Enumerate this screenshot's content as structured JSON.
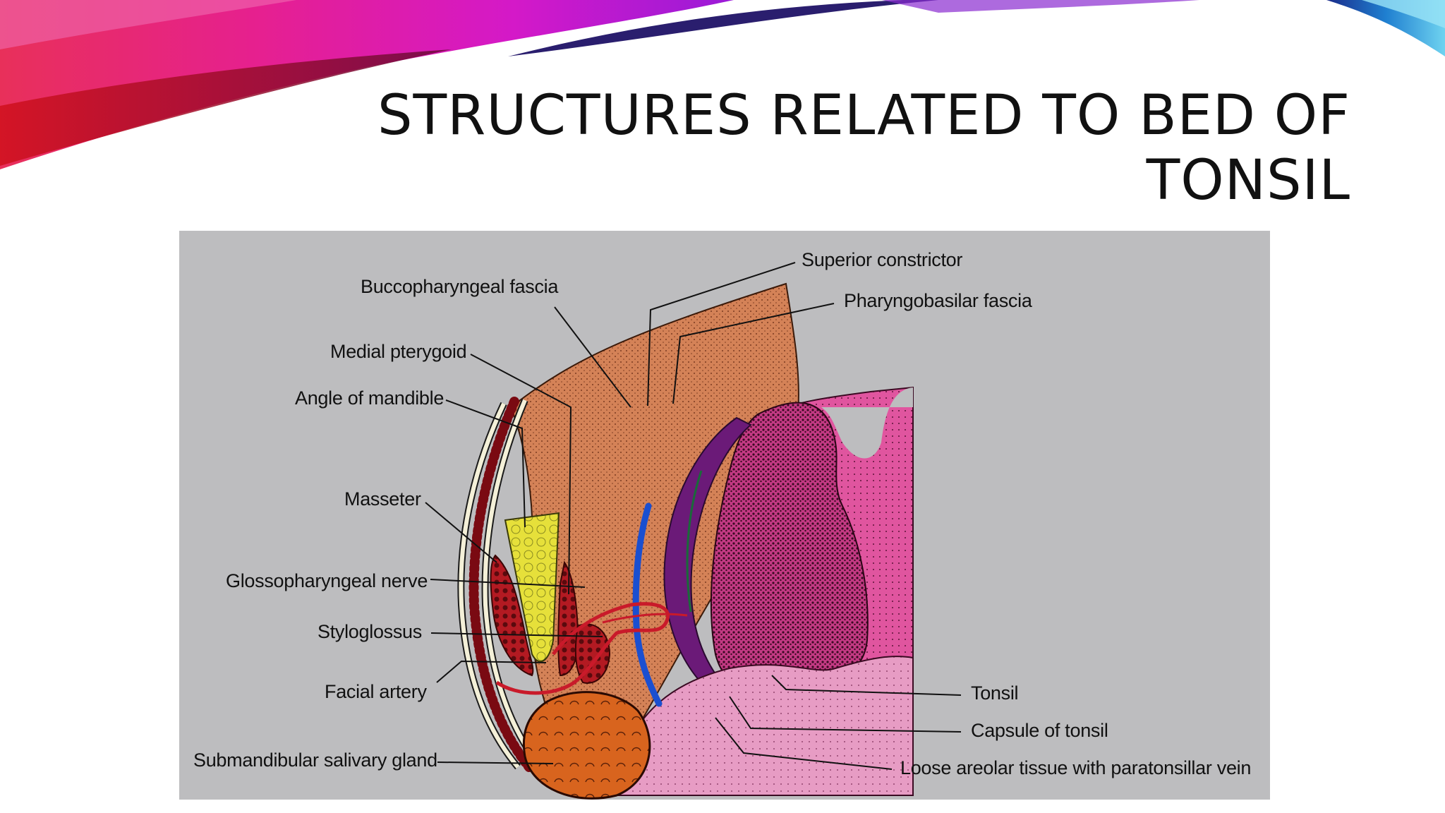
{
  "slide": {
    "title_line1": "STRUCTURES RELATED TO BED OF",
    "title_line2": "TONSIL"
  },
  "figure": {
    "labels": {
      "superior_constrictor": "Superior constrictor",
      "pharyngobasilar_fascia": "Pharyngobasilar fascia",
      "buccopharyngeal_fascia": "Buccopharyngeal fascia",
      "medial_pterygoid": "Medial pterygoid",
      "angle_of_mandible": "Angle of mandible",
      "masseter": "Masseter",
      "glossopharyngeal_nerve": "Glossopharyngeal nerve",
      "styloglossus": "Styloglossus",
      "facial_artery": "Facial artery",
      "submandibular_salivary_gland": "Submandibular salivary gland",
      "tonsil": "Tonsil",
      "capsule_of_tonsil": "Capsule of tonsil",
      "loose_areolar_tissue": "Loose areolar tissue with paratonsillar vein"
    }
  },
  "colors": {
    "figure_background": "#bdbdbf",
    "mandible": "#e8e23a",
    "muscle": "#a3141e",
    "gland": "#d9641e",
    "constrictor_region": "#d07c4e",
    "tonsil": "#7a1440",
    "capsule": "#6b1a78",
    "mucosa": "#e04aa0",
    "vein": "#1a4fd0"
  }
}
